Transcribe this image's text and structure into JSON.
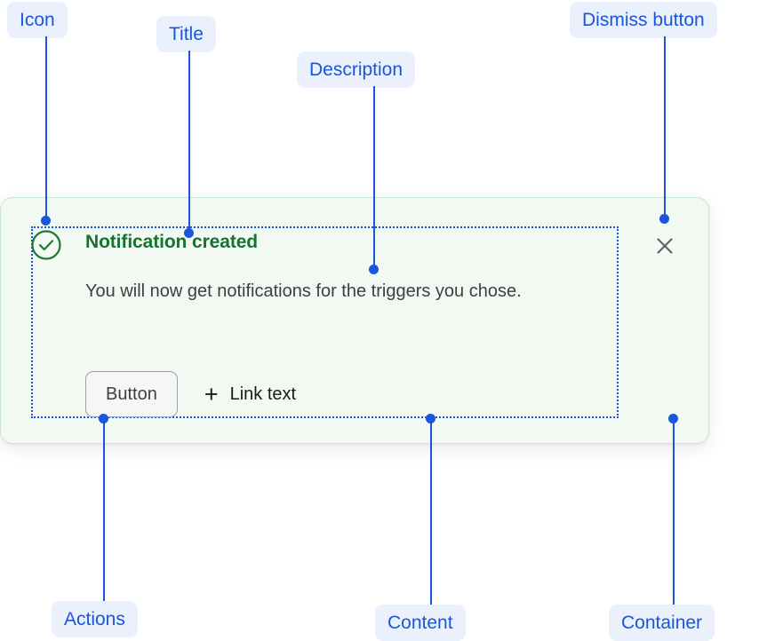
{
  "notification": {
    "icon": "check-circle-icon",
    "title": "Notification created",
    "description": "You will now get notifications for the triggers you chose.",
    "actions": {
      "button_label": "Button",
      "plus_icon": "plus-icon",
      "link_label": "Link text"
    },
    "dismiss": {
      "icon": "close-icon",
      "label": "×"
    }
  },
  "colors": {
    "card_background": "#f1f9f2",
    "card_border": "#cbe7d1",
    "title_green": "#15722f",
    "description_gray": "#3c4043",
    "annotation_blue": "#1a56db",
    "annotation_pill_background": "#eaf1fd",
    "button_background": "#f6f6f7",
    "button_border": "#9aa0a6",
    "dismiss_gray": "#5f6368"
  },
  "annotations": [
    {
      "id": "icon",
      "label": "Icon"
    },
    {
      "id": "title",
      "label": "Title"
    },
    {
      "id": "description",
      "label": "Description"
    },
    {
      "id": "dismiss",
      "label": "Dismiss button"
    },
    {
      "id": "actions",
      "label": "Actions"
    },
    {
      "id": "content",
      "label": "Content"
    },
    {
      "id": "container",
      "label": "Container"
    }
  ]
}
